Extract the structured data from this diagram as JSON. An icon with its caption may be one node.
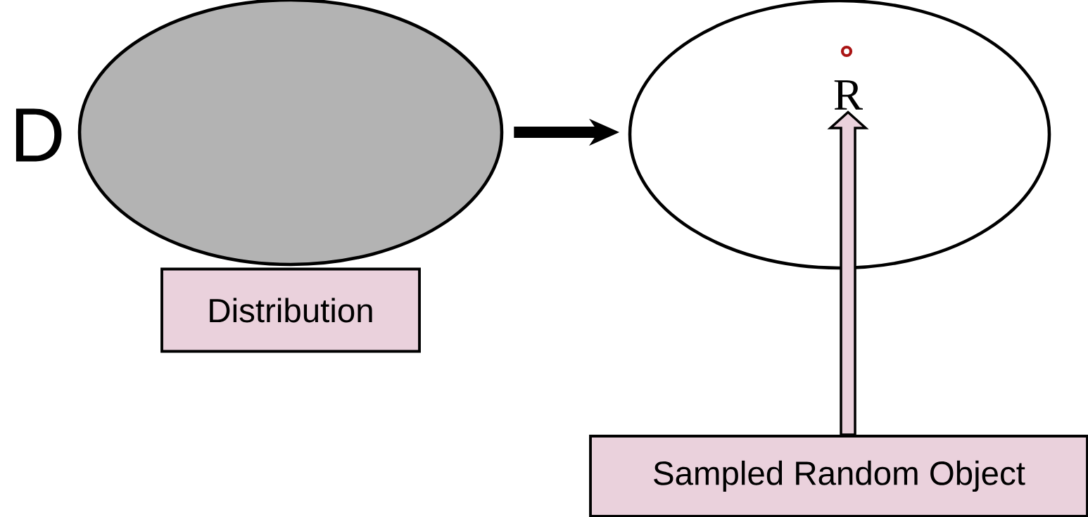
{
  "diagram": {
    "nodes": [
      {
        "text": [
          "D"
        ]
      },
      {
        "text": [
          "Distribution"
        ]
      },
      {
        "text": [],
        "shape": "ellipse"
      },
      {
        "text": [
          "R"
        ],
        "in": 2
      },
      {
        "text": [
          "Sampled Random Object"
        ]
      }
    ],
    "edges": [
      {
        "from": 0,
        "to": 2,
        "arrow": "to"
      },
      {
        "from": 4,
        "to": 3,
        "arrow": "to",
        "color": "#ead1dc"
      }
    ]
  }
}
